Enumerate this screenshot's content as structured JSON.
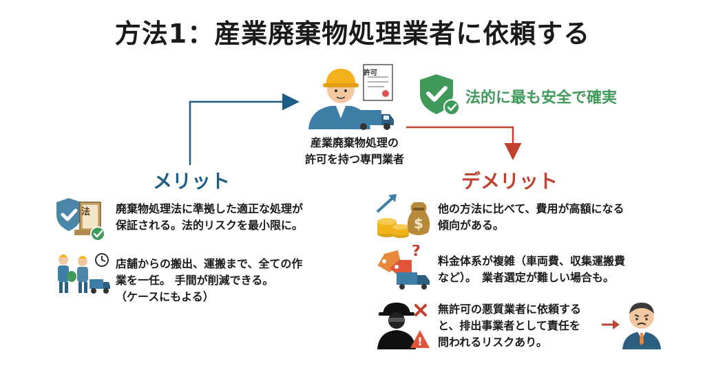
{
  "title": "方法1：産業廃棄物処理業者に依頼する",
  "center": {
    "line1": "産業廃棄物処理の",
    "line2": "許可を持つ専門業者",
    "permit_doc_text": "許可",
    "safe_text": "法的に最も安全で確実"
  },
  "merit": {
    "heading": "メリット",
    "items": [
      {
        "icon": "law-shield-icon",
        "text": "廃棄物処理法に準拠した適正な処理が\n保証される。法的リスクを最小限に。",
        "icon_label": "法"
      },
      {
        "icon": "workers-truck-icon",
        "text": "店舗からの搬出、運搬まで、全ての作\n業を一任。 手間が削減できる。\n（ケースにもよる）"
      }
    ]
  },
  "demerit": {
    "heading": "デメリット",
    "items": [
      {
        "icon": "money-coins-icon",
        "text": "他の方法に比べて、費用が高額になる\n傾向がある。"
      },
      {
        "icon": "price-tag-truck-icon",
        "text": "料金体系が複雑（車両費、収集運搬費\nなど）。　業者選定が難しい場合も。"
      },
      {
        "icon": "thief-warning-icon",
        "text": "無許可の悪質業者に依頼する\nと、排出事業者として責任を\n問われるリスクあり。"
      }
    ]
  },
  "colors": {
    "merit": "#1f5f86",
    "demerit": "#c0412d",
    "safe": "#3f9a5a"
  }
}
